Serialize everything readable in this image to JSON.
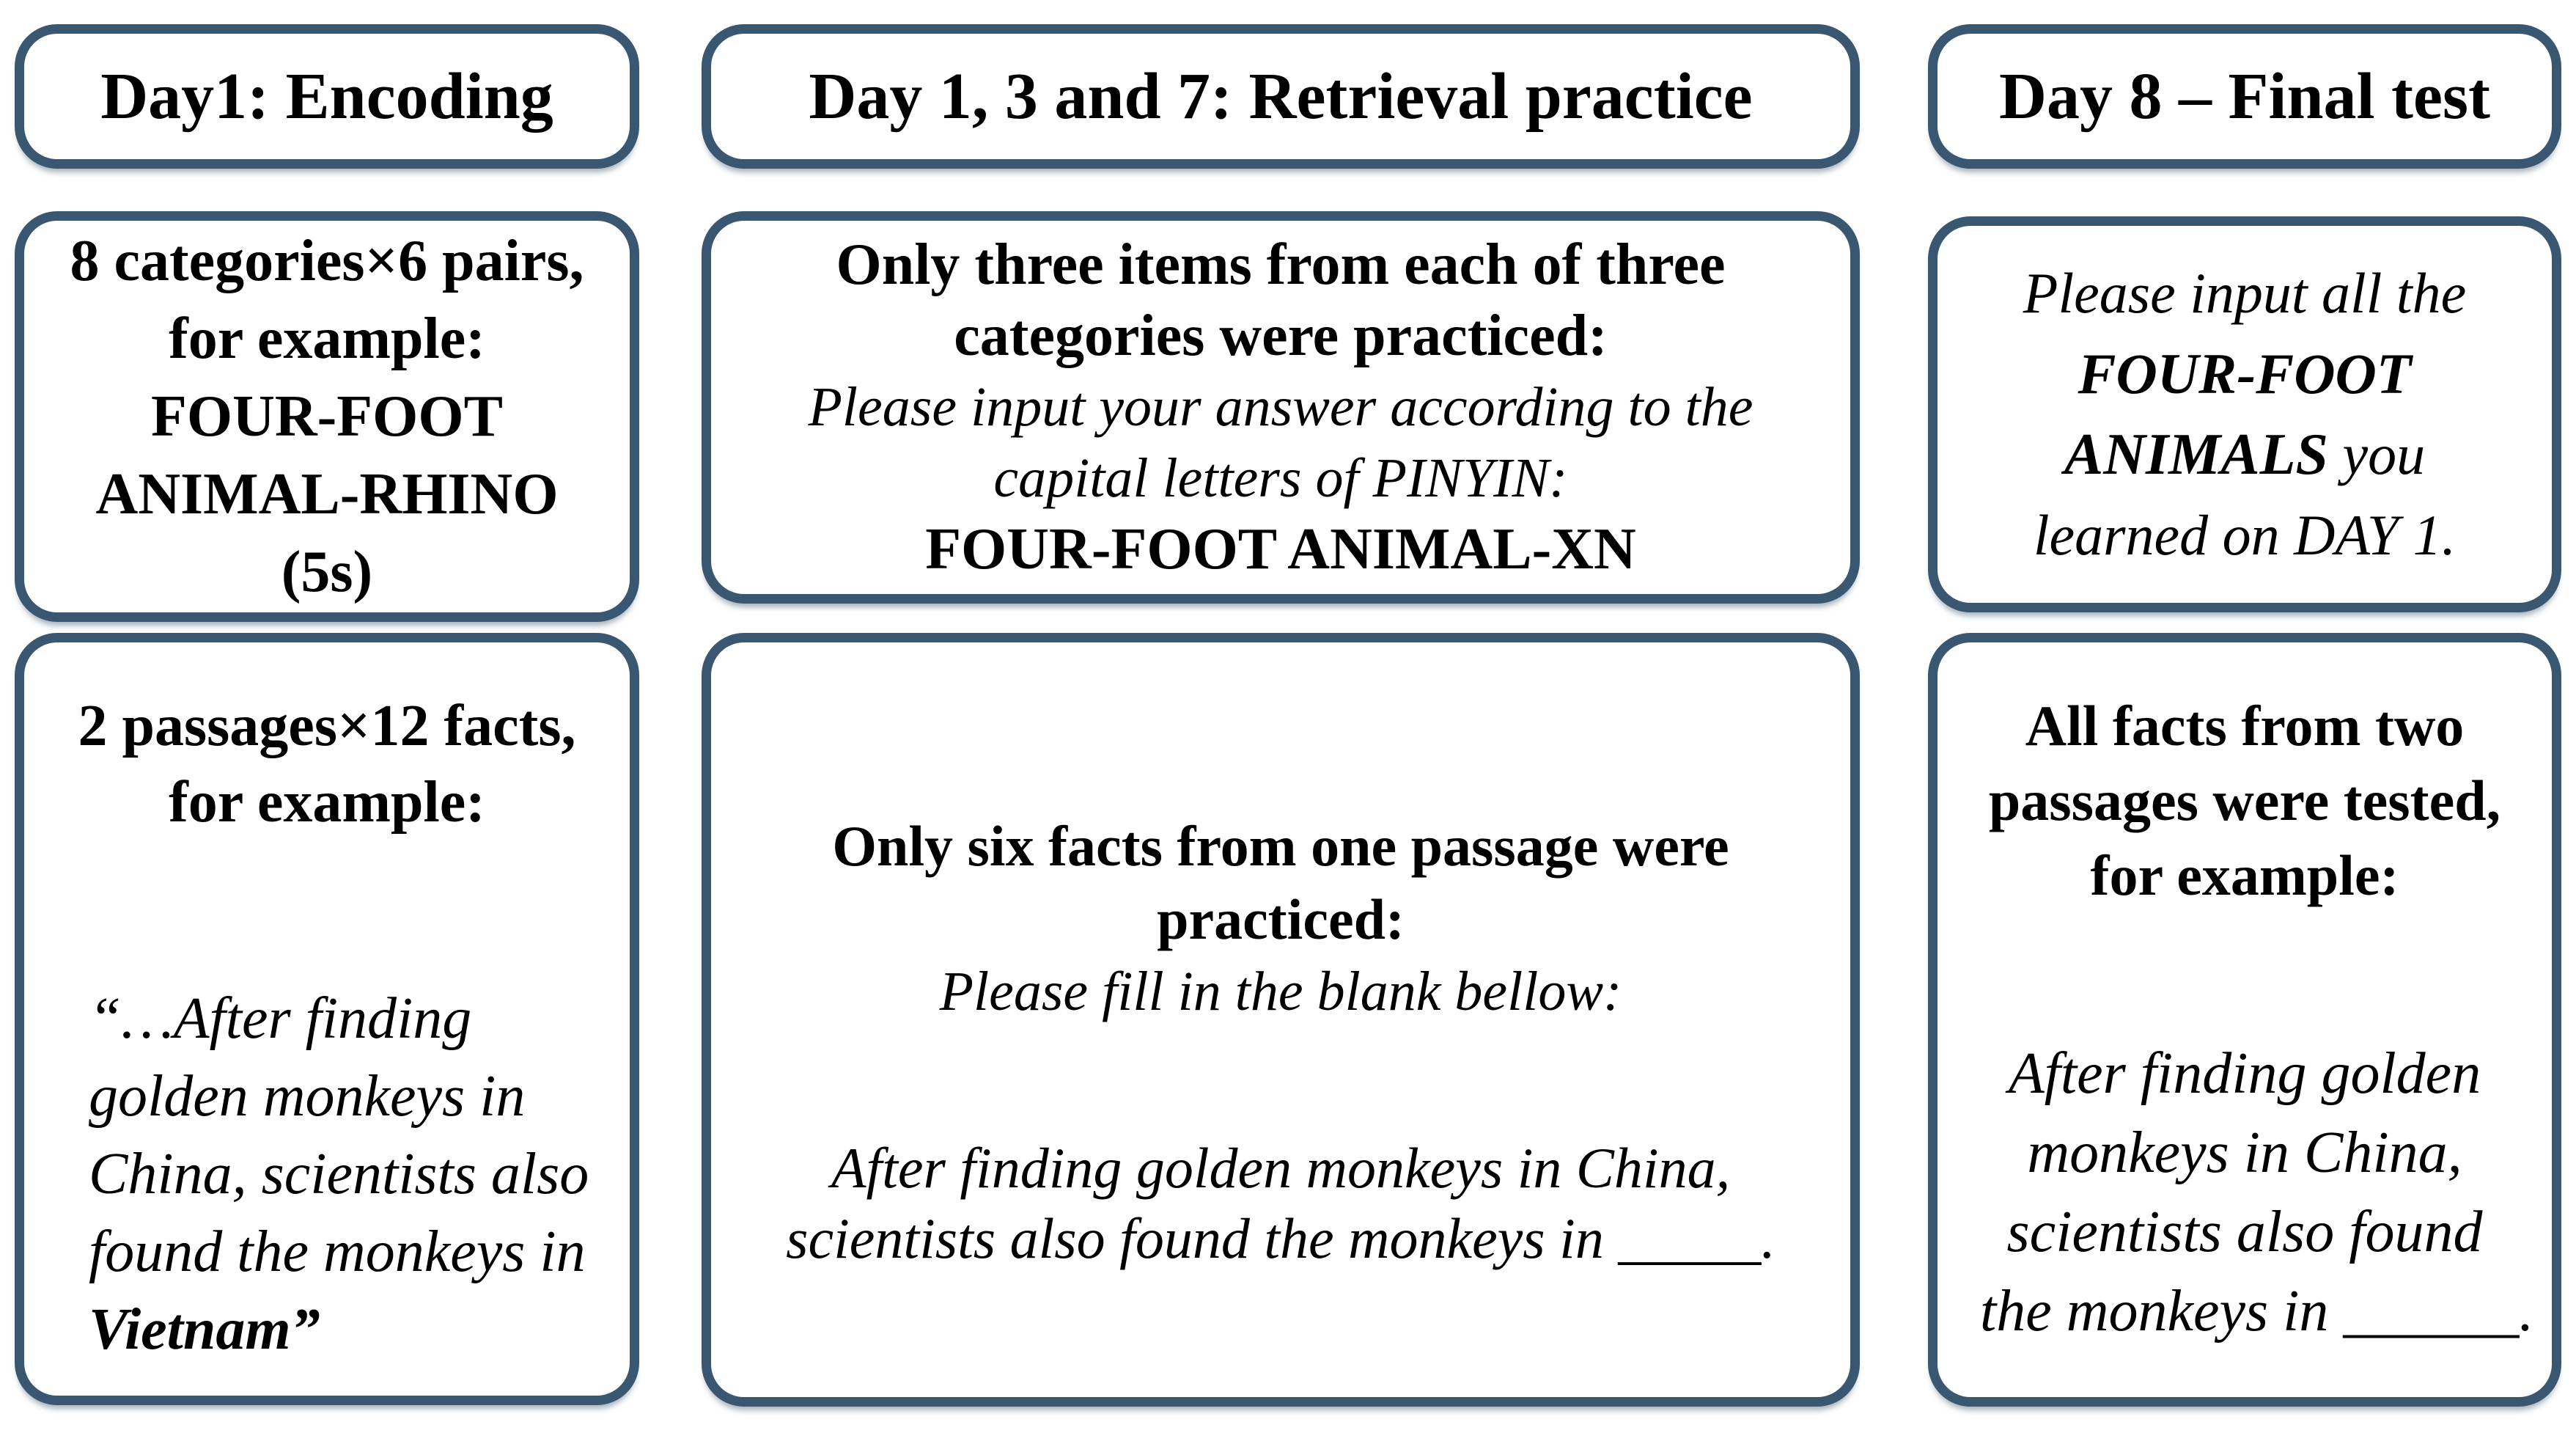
{
  "palette": {
    "border_color": "#3a5772",
    "text_color": "#000000",
    "background": "#ffffff"
  },
  "headers": {
    "encoding": "Day1: Encoding",
    "retrieval": "Day 1, 3 and 7: Retrieval practice",
    "final": "Day 8 – Final test"
  },
  "encoding_pairs_box": {
    "lines": [
      "8 categories×6 pairs,",
      "for example:",
      "FOUR-FOOT",
      "ANIMAL-RHINO",
      "(5s)"
    ]
  },
  "retrieval_pairs_box": {
    "heading_lines": [
      "Only three items from each of three",
      "categories were practiced:"
    ],
    "instruction_lines": [
      "Please input your answer according to the",
      "capital letters of PINYIN:"
    ],
    "cue": "FOUR-FOOT ANIMAL-XN"
  },
  "final_pairs_box": {
    "line1": "Please input all the",
    "line2": "FOUR-FOOT",
    "line3_emphasis": "ANIMALS",
    "line3_rest": " you",
    "line4": "learned on DAY 1."
  },
  "encoding_facts_box": {
    "heading_lines": [
      "2 passages×12 facts,",
      "for example:"
    ],
    "passage_lines": [
      "“…After finding",
      "golden monkeys in",
      "China, scientists also",
      "found the monkeys in"
    ],
    "passage_emphasis": "Vietnam”"
  },
  "retrieval_facts_box": {
    "heading_lines": [
      "Only six facts from one passage were",
      "practiced:"
    ],
    "instruction": "Please fill in the blank bellow:",
    "passage_lines": [
      "After finding golden monkeys in China,",
      "scientists also found the monkeys in _____."
    ]
  },
  "final_facts_box": {
    "heading_lines": [
      "All facts from two",
      "passages were tested,",
      "for example:"
    ],
    "passage_lines": [
      "After finding golden",
      "monkeys in China,",
      "scientists also found"
    ],
    "passage_last_line": "the monkeys in ______."
  }
}
